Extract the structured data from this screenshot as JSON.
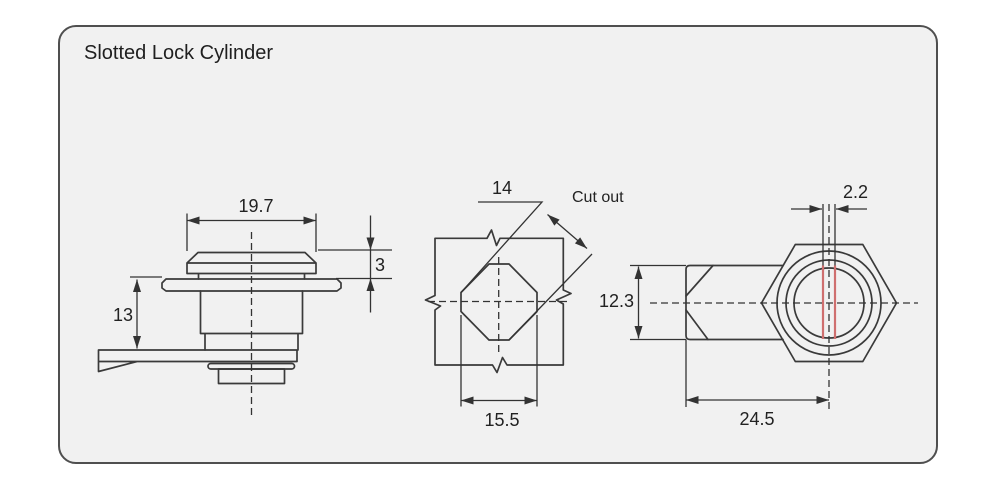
{
  "title": "Slotted Lock Cylinder",
  "colors": {
    "line": "#3a3a3a",
    "dimension_line": "#333333",
    "slot_red": "#cf6f6f",
    "panel_background": "#f1f1f1",
    "panel_border": "#4f4f4f",
    "page_background": "#ffffff"
  },
  "views": {
    "side": {
      "name": "side view of lock cylinder with cam",
      "dims": {
        "cap_width": "19.7",
        "cap_height": "3",
        "body_height": "13"
      }
    },
    "cutout": {
      "name": "panel cut-out shape",
      "label": "Cut out",
      "dims": {
        "diagonal": "14",
        "width": "15.5"
      }
    },
    "top": {
      "name": "top view with hex nut and key slot",
      "dims": {
        "slot_width": "2.2",
        "cam_height": "12.3",
        "cam_length": "24.5"
      }
    }
  }
}
